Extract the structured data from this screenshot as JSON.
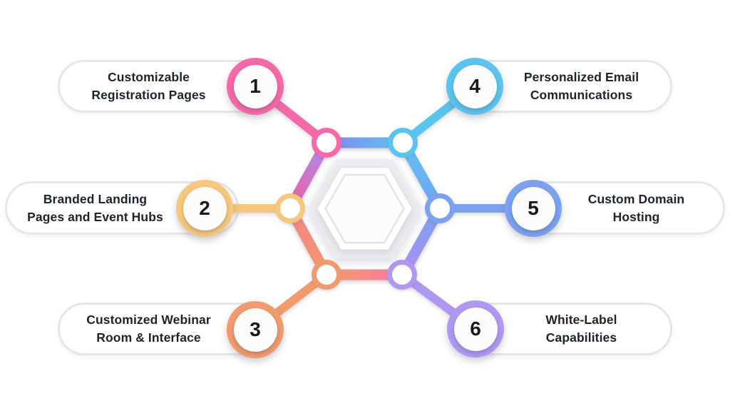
{
  "meta": {
    "type": "hexagon-feature-infographic",
    "background": "#FFFFFF",
    "text_color": "#1D242C"
  },
  "items": [
    {
      "number": "1",
      "line1": "Customizable",
      "line2": "Registration Pages",
      "color": "#F768A8"
    },
    {
      "number": "2",
      "line1": "Branded Landing",
      "line2": "Pages and Event Hubs",
      "color": "#F5C87D"
    },
    {
      "number": "3",
      "line1": "Customized Webinar",
      "line2": "Room & Interface",
      "color": "#F09A6E"
    },
    {
      "number": "4",
      "line1": "Personalized Email",
      "line2": "Communications",
      "color": "#5BC4EE"
    },
    {
      "number": "5",
      "line1": "Custom Domain",
      "line2": "Hosting",
      "color": "#7BA1F0"
    },
    {
      "number": "6",
      "line1": "White-Label",
      "line2": "Capabilities",
      "color": "#B098F2"
    }
  ],
  "center_hexagon": {
    "outer_fill": "#EDEDF0",
    "mid_fill": "#FFFFFF",
    "inner_fill": "#FCFCFD",
    "inner_stroke": "#E3E3E7"
  },
  "edges": {
    "top": {
      "from": "#7F86EF",
      "to": "#62C3F2"
    },
    "upper_right": {
      "from": "#5EC4F1",
      "to": "#74A1F1"
    },
    "lower_right": {
      "from": "#79A1F0",
      "to": "#AC90F2"
    },
    "bottom": {
      "from": "#F49E6D",
      "to": "#F779A0"
    },
    "lower_left": {
      "from": "#F4996A",
      "to": "#F5828C"
    },
    "upper_left": {
      "from": "#EE619C",
      "to": "#A98CF2"
    }
  }
}
